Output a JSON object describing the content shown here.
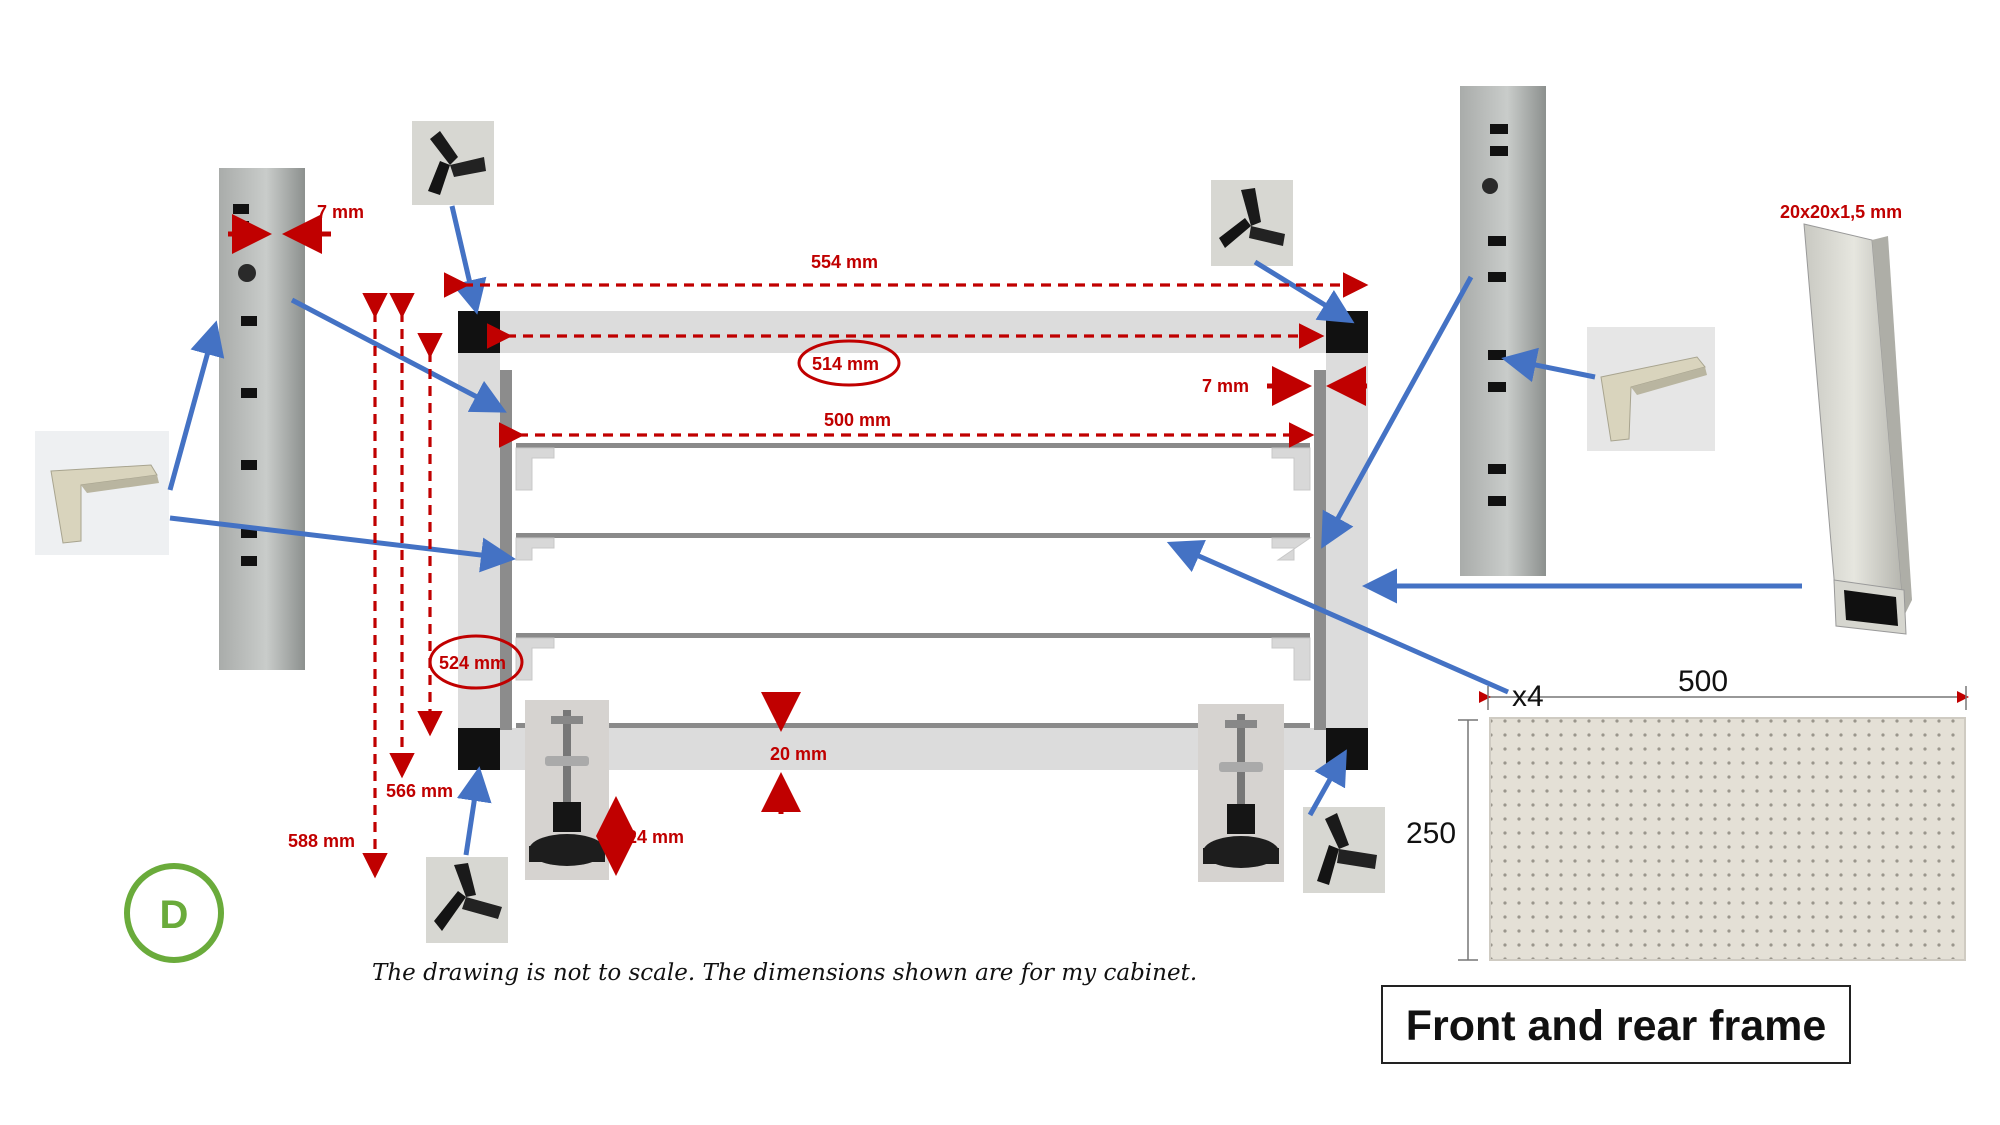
{
  "dimensions": {
    "upright_gap": "7 mm",
    "outer_width": "554 mm",
    "inner_width": "514 mm",
    "frame_gap": "7 mm",
    "rail_width": "500 mm",
    "inner_height": "524 mm",
    "mid_height": "566 mm",
    "outer_height": "588 mm",
    "tube_height": "20 mm",
    "foot_height": "24 mm",
    "tube_profile": "20x20x1,5 mm"
  },
  "panel": {
    "count": "x4",
    "width": "500",
    "height": "250"
  },
  "badge": "D",
  "note": "The drawing is not to scale. The dimensions shown are for my cabinet.",
  "title": "Front and rear frame",
  "colors": {
    "dimension": "#c00000",
    "pointer": "#4472c4",
    "frame": "#dcdcdc",
    "corner": "#111111",
    "badge": "#6aab3b"
  },
  "icons": [
    "corner-connector-icon",
    "angle-bracket-icon",
    "leveling-foot-icon",
    "slotted-upright-icon",
    "square-tube-icon",
    "perforated-panel-icon"
  ]
}
